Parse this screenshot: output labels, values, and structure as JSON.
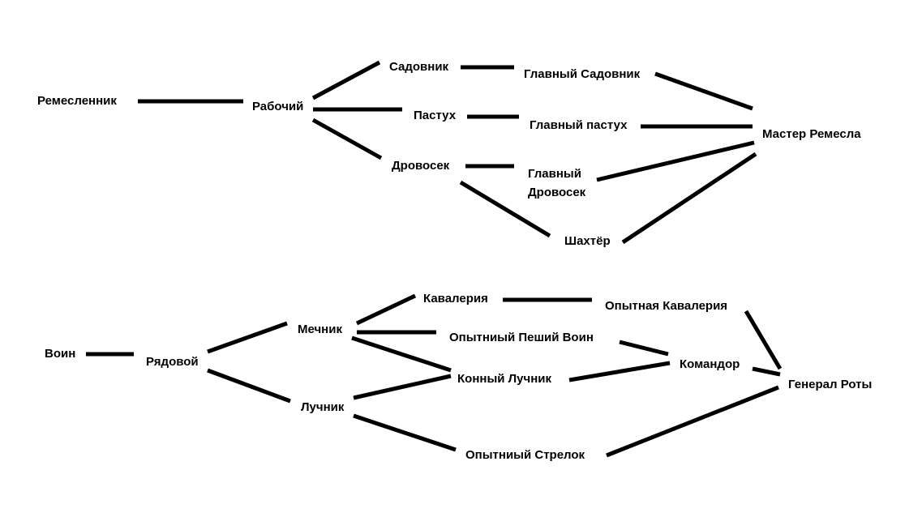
{
  "colors": {
    "background": "#ffffff",
    "line": "#000000",
    "text": "#000000"
  },
  "tree_crafts": {
    "nodes": {
      "remeslennik": "Ремесленник",
      "rabochiy": "Рабочий",
      "sadovnik": "Садовник",
      "pastukh": "Пастух",
      "drovosek": "Дровосек",
      "glavny_sadovnik": "Главный Садовник",
      "glavny_pastukh": "Главный пастух",
      "glavny_drovosek_line1": "Главный",
      "glavny_drovosek_line2": "Дровосек",
      "shakhter": "Шахтёр",
      "master_remesla": "Мастер Ремесла"
    },
    "edges": [
      [
        "remeslennik",
        "rabochiy"
      ],
      [
        "rabochiy",
        "sadovnik"
      ],
      [
        "rabochiy",
        "pastukh"
      ],
      [
        "rabochiy",
        "drovosek"
      ],
      [
        "sadovnik",
        "glavny_sadovnik"
      ],
      [
        "pastukh",
        "glavny_pastukh"
      ],
      [
        "drovosek",
        "glavny_drovosek"
      ],
      [
        "drovosek",
        "shakhter"
      ],
      [
        "glavny_sadovnik",
        "master_remesla"
      ],
      [
        "glavny_pastukh",
        "master_remesla"
      ],
      [
        "glavny_drovosek",
        "master_remesla"
      ],
      [
        "shakhter",
        "master_remesla"
      ]
    ]
  },
  "tree_military": {
    "nodes": {
      "voin": "Воин",
      "ryadovoy": "Рядовой",
      "mechnik": "Мечник",
      "luchnik": "Лучник",
      "kavaleriya": "Кавалерия",
      "opytny_peshiy_voin": "Опытниый Пеший Воин",
      "konny_luchnik": "Конный Лучник",
      "opytny_strelok": "Опытниый Стрелок",
      "opytnaya_kavaleriya": "Опытная Кавалерия",
      "komandor": "Командор",
      "general_roty": "Генерал Роты"
    },
    "edges": [
      [
        "voin",
        "ryadovoy"
      ],
      [
        "ryadovoy",
        "mechnik"
      ],
      [
        "ryadovoy",
        "luchnik"
      ],
      [
        "mechnik",
        "kavaleriya"
      ],
      [
        "mechnik",
        "opytny_peshiy_voin"
      ],
      [
        "mechnik",
        "konny_luchnik"
      ],
      [
        "luchnik",
        "konny_luchnik"
      ],
      [
        "luchnik",
        "opytny_strelok"
      ],
      [
        "kavaleriya",
        "opytnaya_kavaleriya"
      ],
      [
        "opytny_peshiy_voin",
        "komandor"
      ],
      [
        "konny_luchnik",
        "komandor"
      ],
      [
        "opytnaya_kavaleriya",
        "general_roty"
      ],
      [
        "komandor",
        "general_roty"
      ],
      [
        "opytny_strelok",
        "general_roty"
      ]
    ]
  }
}
